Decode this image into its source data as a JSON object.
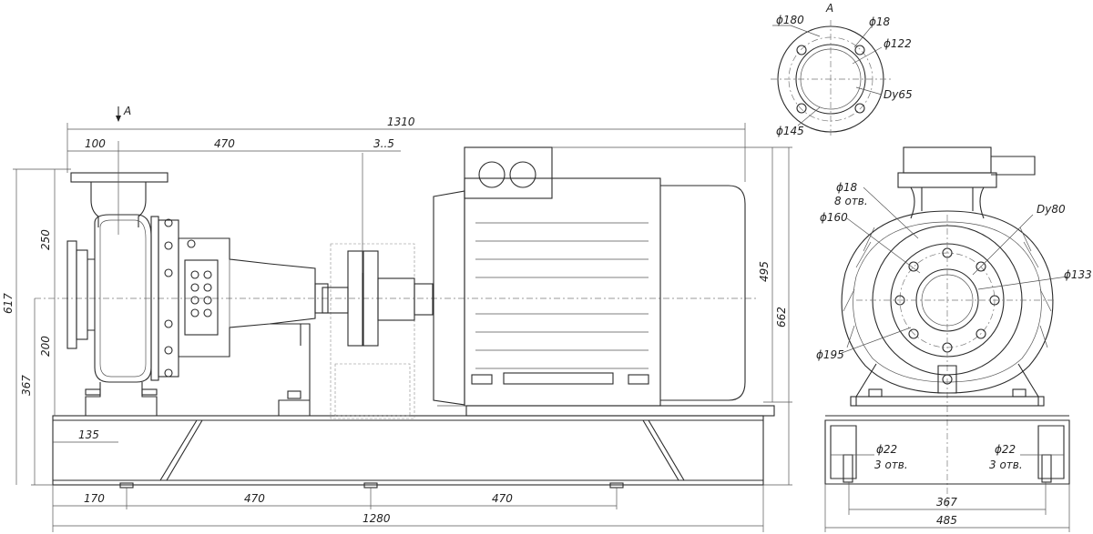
{
  "view_label": "A",
  "side_view": {
    "section_label": "A",
    "dims": {
      "d_bolt_ring": "ϕ180",
      "d_holes": "ϕ18",
      "d_inner": "ϕ122",
      "dn_outlet": "Dy65",
      "d_outer": "ϕ145"
    }
  },
  "front_view": {
    "top": {
      "total_length": "1310",
      "flange_offset": "100",
      "pump_length": "470",
      "coupling_gap": "3..5"
    },
    "left": {
      "total_height": "617",
      "upper_height": "250",
      "lower_height": "200",
      "shaft_height": "367"
    },
    "right": {
      "motor_height": "495",
      "overall_height": "662"
    },
    "base": {
      "flange_offset": "135",
      "left_offset": "170",
      "span_1": "470",
      "span_2": "470",
      "total_length": "1280"
    }
  },
  "end_view": {
    "dims": {
      "d_holes": "ϕ18",
      "holes_count": "8 отв.",
      "d_bolt_circle": "ϕ160",
      "dn_inlet": "Dy80",
      "d_inner": "ϕ133",
      "d_outer": "ϕ195",
      "base_hole_left": "ϕ22",
      "base_hole_left_count": "3 отв.",
      "base_hole_right": "ϕ22",
      "base_hole_right_count": "3 отв.",
      "hole_spacing": "367",
      "base_width": "485"
    }
  }
}
